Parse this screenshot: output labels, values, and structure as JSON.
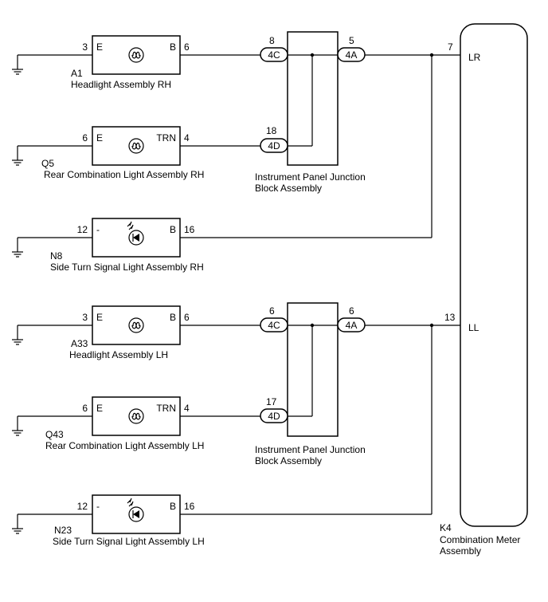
{
  "components": [
    {
      "code": "A1",
      "name": "Headlight Assembly RH",
      "left_label": "E",
      "right_label": "B",
      "left_pin": "3",
      "right_pin": "6",
      "type": "bulb"
    },
    {
      "code": "Q5",
      "name": "Rear Combination Light Assembly RH",
      "left_label": "E",
      "right_label": "TRN",
      "left_pin": "6",
      "right_pin": "4",
      "type": "bulb"
    },
    {
      "code": "N8",
      "name": "Side Turn Signal Light Assembly RH",
      "left_label": "-",
      "right_label": "B",
      "left_pin": "12",
      "right_pin": "16",
      "type": "led"
    },
    {
      "code": "A33",
      "name": "Headlight Assembly LH",
      "left_label": "E",
      "right_label": "B",
      "left_pin": "3",
      "right_pin": "6",
      "type": "bulb"
    },
    {
      "code": "Q43",
      "name": "Rear Combination Light Assembly LH",
      "left_label": "E",
      "right_label": "TRN",
      "left_pin": "6",
      "right_pin": "4",
      "type": "bulb"
    },
    {
      "code": "N23",
      "name": "Side Turn Signal Light Assembly LH",
      "left_label": "-",
      "right_label": "B",
      "left_pin": "12",
      "right_pin": "16",
      "type": "led"
    }
  ],
  "junction_blocks": [
    {
      "name_line1": "Instrument Panel Junction",
      "name_line2": "Block Assembly",
      "conn_a": {
        "label": "4C",
        "pin": "8"
      },
      "conn_b": {
        "label": "4D",
        "pin": "18"
      },
      "conn_out": {
        "label": "4A",
        "pin": "5"
      }
    },
    {
      "name_line1": "Instrument Panel Junction",
      "name_line2": "Block Assembly",
      "conn_a": {
        "label": "4C",
        "pin": "6"
      },
      "conn_b": {
        "label": "4D",
        "pin": "17"
      },
      "conn_out": {
        "label": "4A",
        "pin": "6"
      }
    }
  ],
  "meter": {
    "code": "K4",
    "name_line1": "Combination Meter",
    "name_line2": "Assembly",
    "terminals": [
      {
        "pin": "7",
        "label": "LR"
      },
      {
        "pin": "13",
        "label": "LL"
      }
    ]
  }
}
